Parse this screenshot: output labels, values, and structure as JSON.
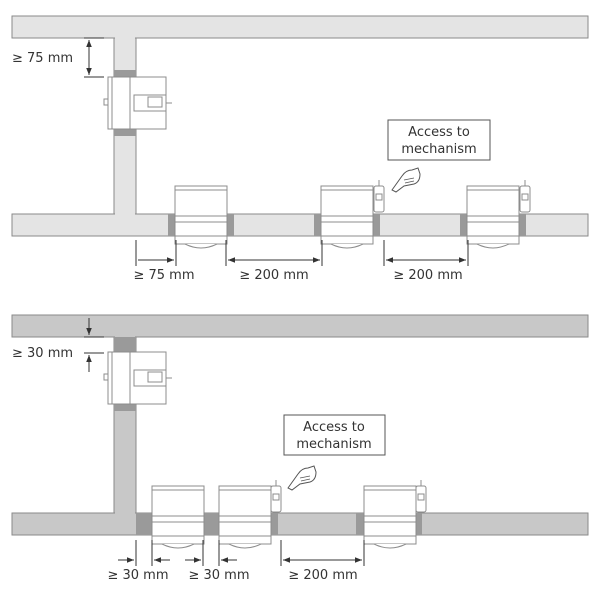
{
  "colors": {
    "duct_light": "#e4e4e4",
    "duct_mid": "#c8c8c8",
    "duct_edge": "#8a8a8a",
    "collar": "#9a9a9a",
    "outline": "#8c8c8c",
    "text": "#333333"
  },
  "top": {
    "vertical_clearance": "≥ 75 mm",
    "dims": [
      "≥ 75 mm",
      "≥ 200 mm",
      "≥ 200 mm"
    ],
    "callout": [
      "Access to",
      "mechanism"
    ]
  },
  "bottom": {
    "vertical_clearance": "≥ 30 mm",
    "dims": [
      "≥ 30 mm",
      "≥ 30 mm",
      "≥ 200 mm"
    ],
    "callout": [
      "Access to",
      "mechanism"
    ]
  },
  "icons": [
    "pointing-hand-icon",
    "damper-icon",
    "actuator-icon"
  ]
}
